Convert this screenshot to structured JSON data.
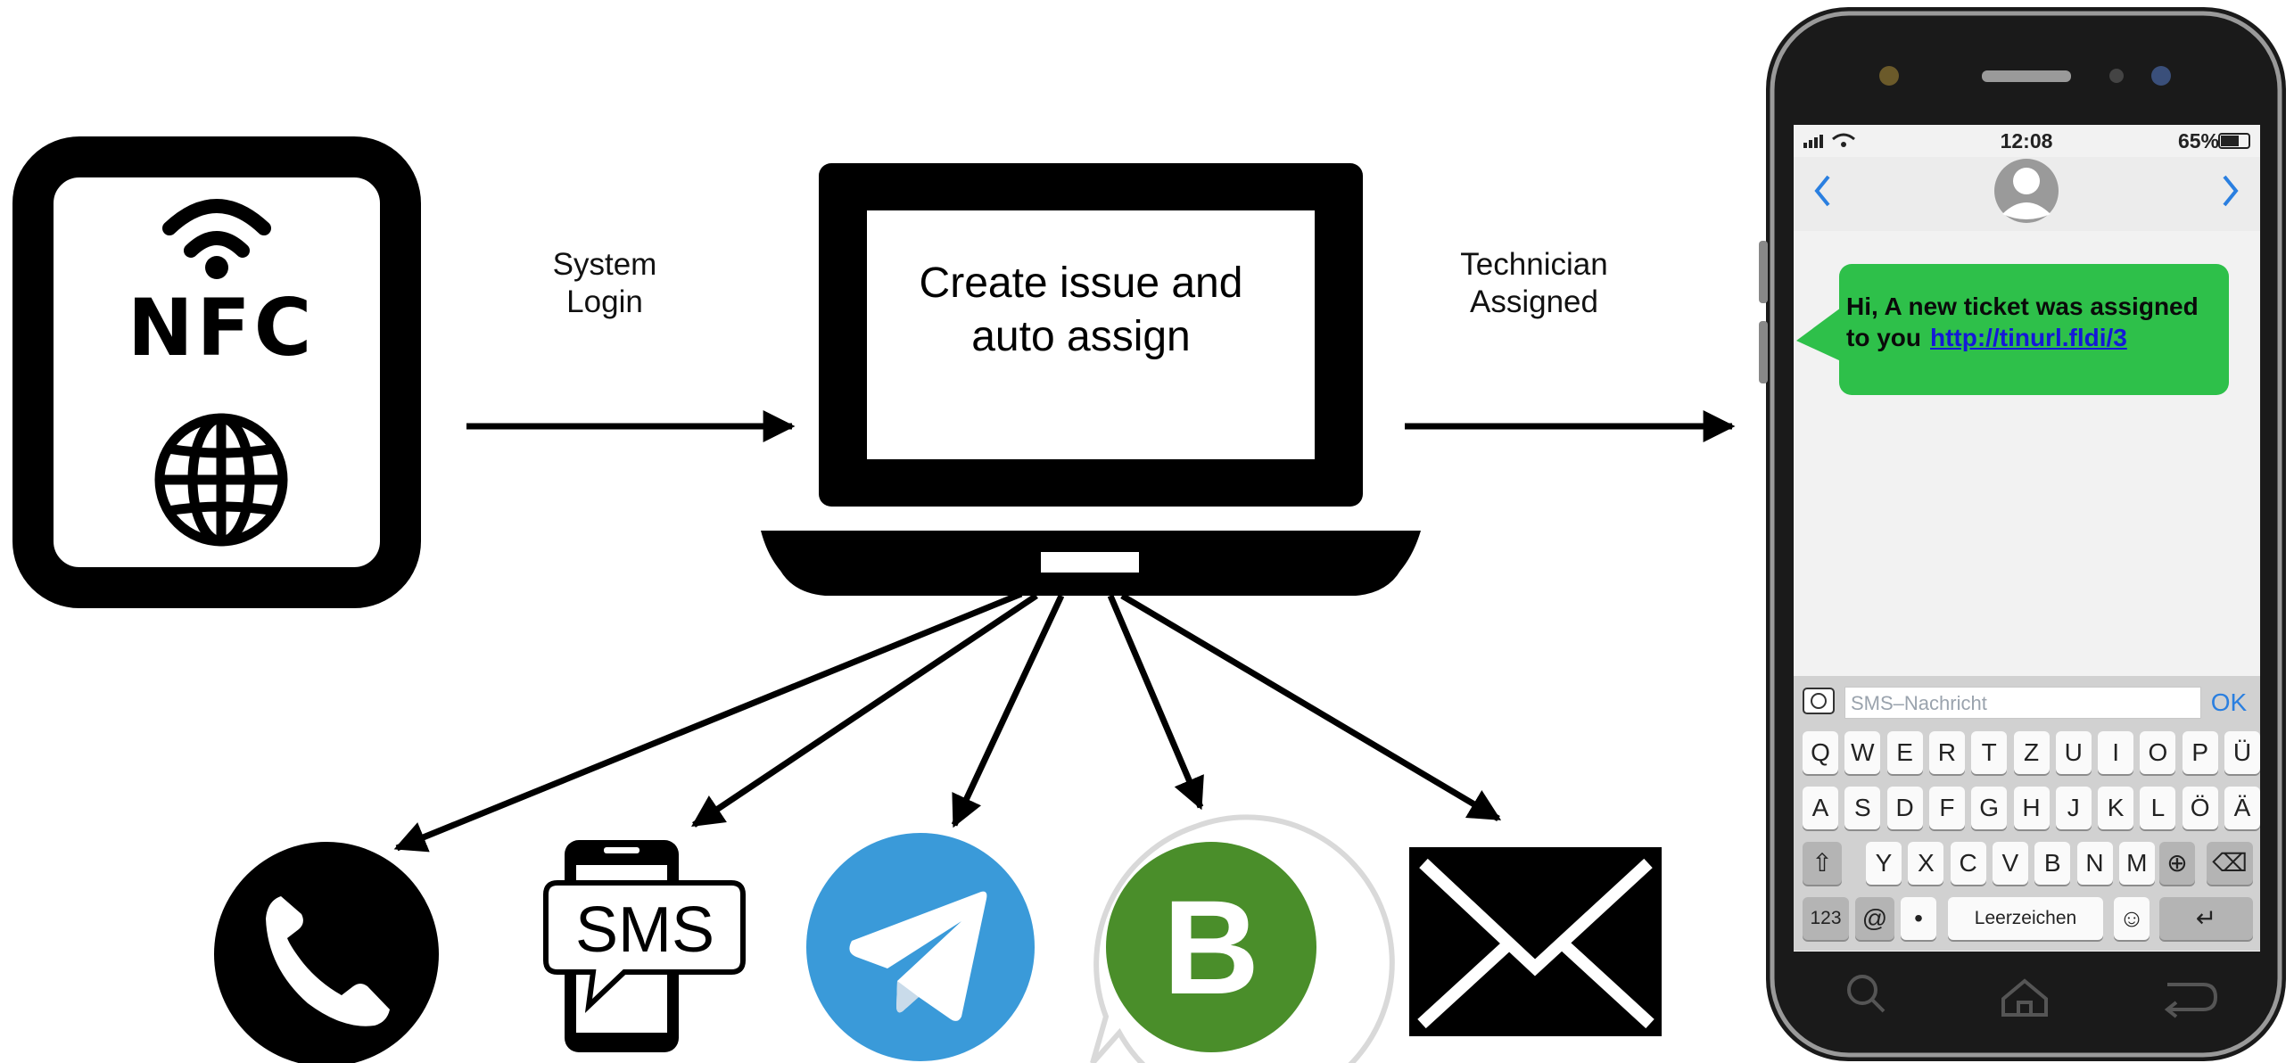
{
  "labels": {
    "system_login_line1": "System",
    "system_login_line2": "Login",
    "technician_line1": "Technician",
    "technician_line2": "Assigned",
    "screen_line1": "Create issue and",
    "screen_line2": "auto assign",
    "nfc": "NFC"
  },
  "channels": [
    {
      "name": "phone",
      "icon": "phone-icon"
    },
    {
      "name": "sms",
      "icon": "sms-icon",
      "text": "SMS"
    },
    {
      "name": "telegram",
      "icon": "telegram-icon"
    },
    {
      "name": "whatsapp-business",
      "icon": "whatsapp-business-icon",
      "text": "B"
    },
    {
      "name": "email",
      "icon": "mail-icon"
    }
  ],
  "phone": {
    "time": "12:08",
    "battery": "65%",
    "message_text": "Hi, A new ticket was assigned to you",
    "message_link": "http://tinurl.fldi/3",
    "input_placeholder": "SMS–Nachricht",
    "ok": "OK",
    "keyboard": {
      "row1": [
        "Q",
        "W",
        "E",
        "R",
        "T",
        "Z",
        "U",
        "I",
        "O",
        "P",
        "Ü"
      ],
      "row2": [
        "A",
        "S",
        "D",
        "F",
        "G",
        "H",
        "J",
        "K",
        "L",
        "Ö",
        "Ä"
      ],
      "row3": [
        "Y",
        "X",
        "C",
        "V",
        "B",
        "N",
        "M"
      ],
      "num": "123",
      "at": "@",
      "space": "Leerzeichen"
    }
  },
  "colors": {
    "bubble": "#2ec04a",
    "telegram": "#3a9ad9",
    "whatsapp_green": "#4a8e2a",
    "link": "#1418d8",
    "ios_blue": "#2a7fe0"
  }
}
